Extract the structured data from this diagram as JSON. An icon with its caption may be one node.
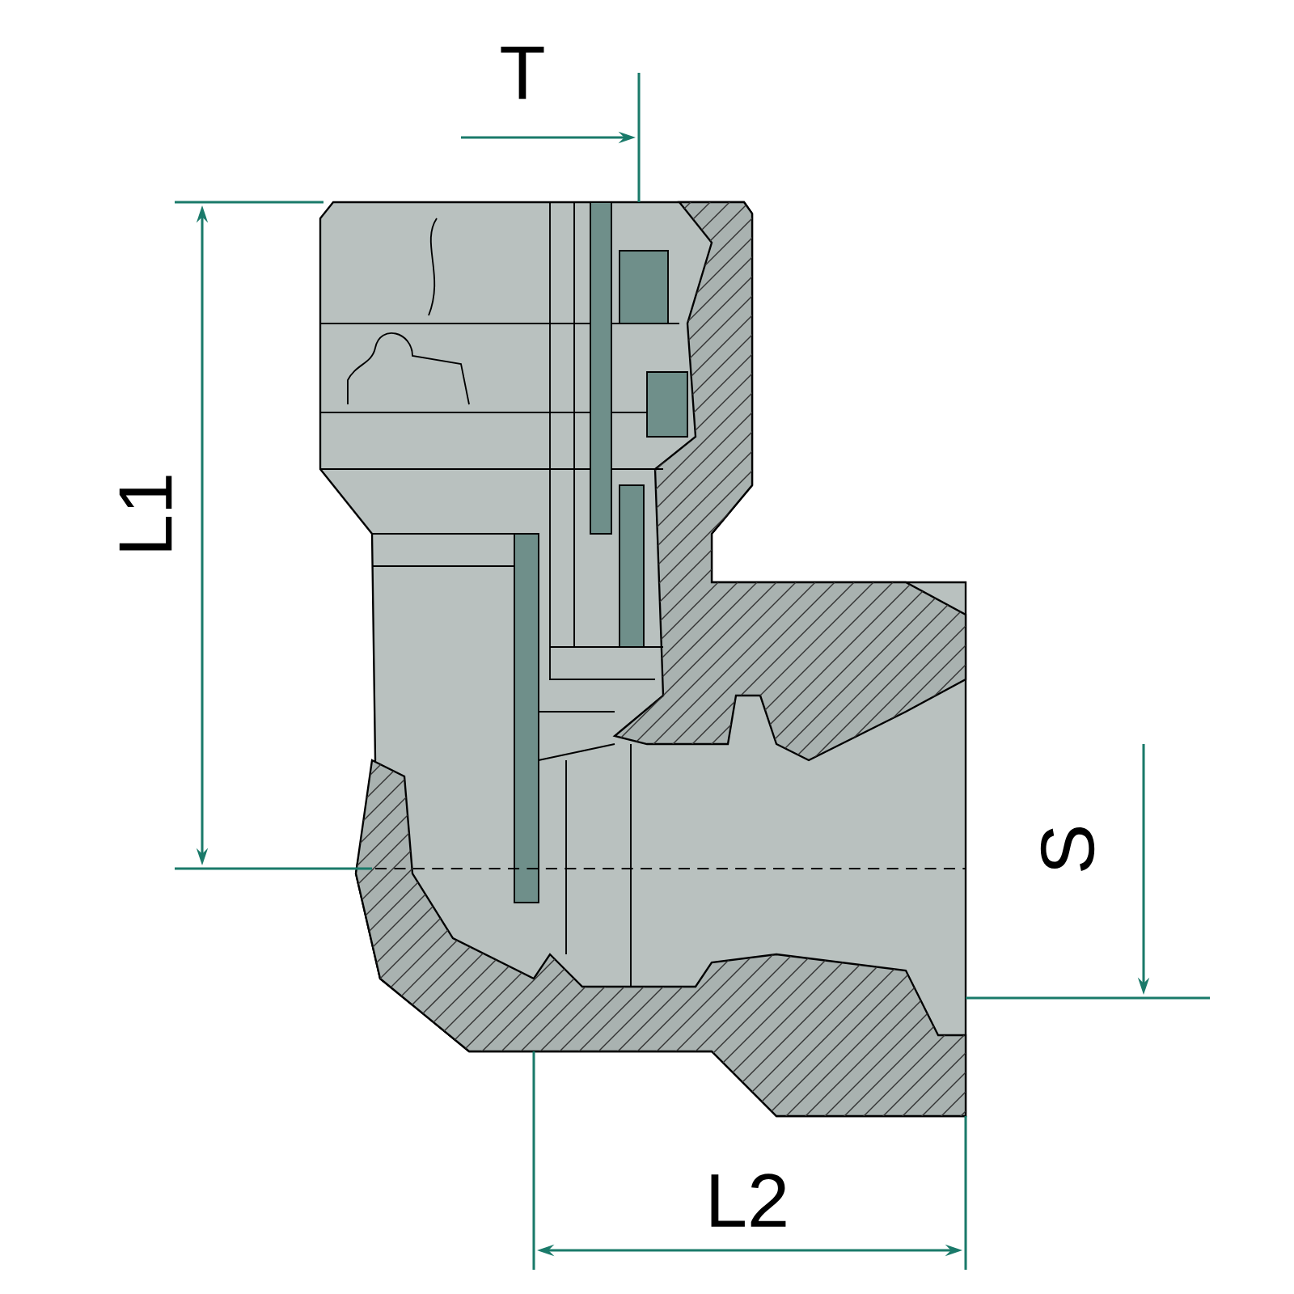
{
  "diagram": {
    "labels": [
      "T",
      "L1",
      "S",
      "L2"
    ]
  }
}
